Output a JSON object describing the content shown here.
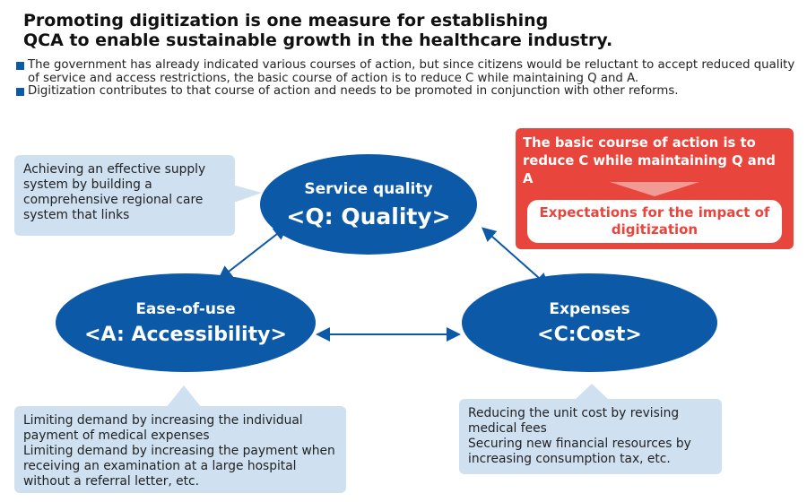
{
  "title": {
    "line1": "Promoting digitization is one measure for establishing",
    "line2": "QCA to enable sustainable growth in the healthcare industry."
  },
  "bullets": [
    "The government has already indicated various courses of action, but since citizens would be reluctant to accept reduced quality of service and access restrictions, the basic course of action is to reduce C while maintaining Q and A.",
    "Digitization contributes to that course of action and needs to be promoted in conjunction with other reforms."
  ],
  "nodes": {
    "quality": {
      "title": "Service quality",
      "label": "<Q: Quality>"
    },
    "access": {
      "title": "Ease-of-use",
      "label": "<A: Accessibility>"
    },
    "cost": {
      "title": "Expenses",
      "label": "<C:Cost>"
    }
  },
  "callouts": {
    "quality": "Achieving an effective supply system by building a comprehensive regional care system that links",
    "access": "Limiting demand by increasing the individual payment of medical expenses\nLimiting demand by increasing the payment when receiving an examination at a large hospital without a referral letter, etc.",
    "cost": "Reducing the unit cost by revising medical fees\nSecuring new financial resources by increasing consumption tax, etc."
  },
  "red_box": {
    "text": "The basic course of action is to reduce C while maintaining Q and A",
    "inner": "Expectations for the impact of digitization"
  },
  "colors": {
    "blue": "#0b59a7",
    "callout": "#cfe0f1",
    "red": "#e8453c"
  }
}
